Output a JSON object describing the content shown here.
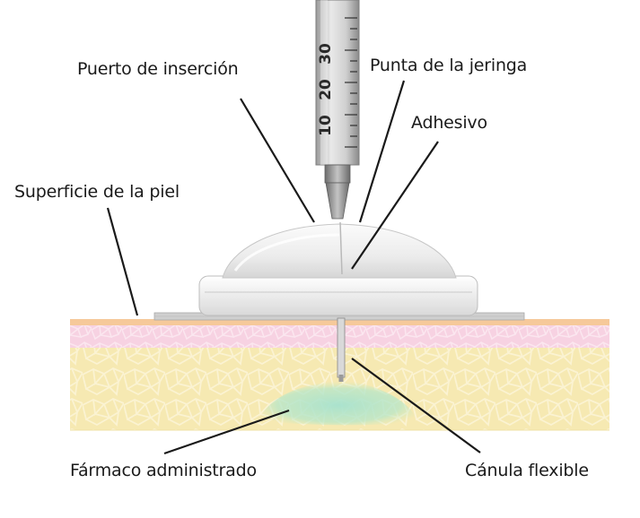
{
  "labels": {
    "insertion_port": "Puerto de inserción",
    "syringe_tip": "Punta de la jeringa",
    "adhesive": "Adhesivo",
    "skin_surface": "Superficie de la piel",
    "administered_drug": "Fármaco administrado",
    "flexible_cannula": "Cánula flexible"
  },
  "syringe": {
    "scale_marks": [
      "30",
      "20",
      "10"
    ]
  },
  "colors": {
    "skin_top": "#f6c99a",
    "epidermis": "#f7cfe0",
    "dermis": "#f7eab4",
    "drug": "#a6e2cf",
    "device": "#f2f2f2"
  }
}
